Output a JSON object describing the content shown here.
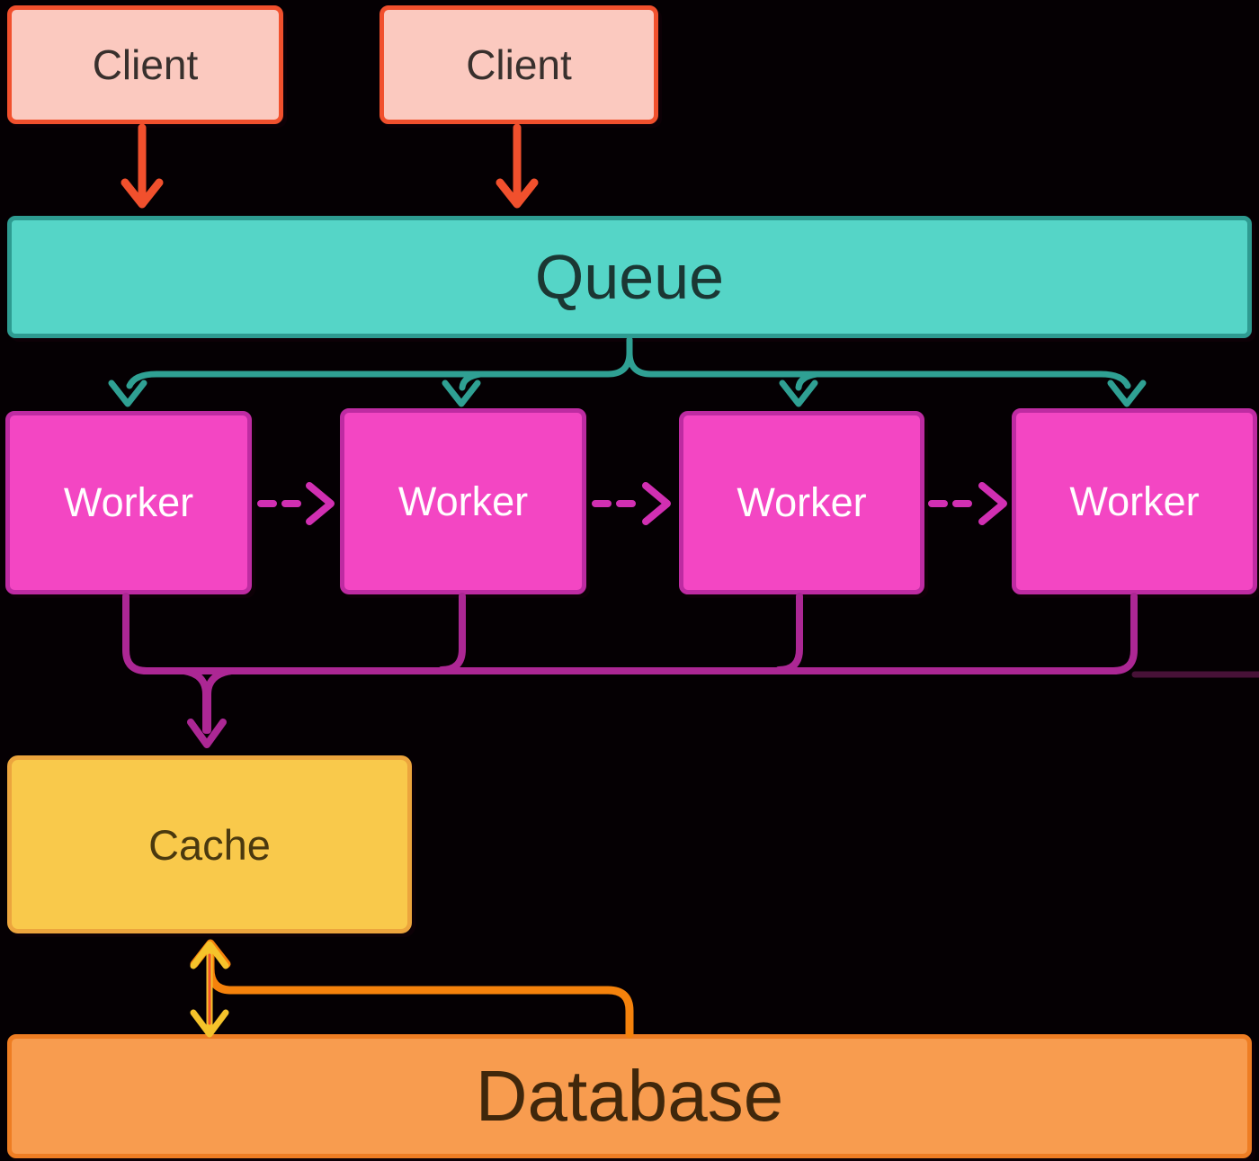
{
  "diagram": {
    "title": "queue-worker-architecture-flowchart",
    "background": "#050003",
    "nodes": {
      "clients": [
        {
          "label": "Client"
        },
        {
          "label": "Client"
        }
      ],
      "queue": {
        "label": "Queue"
      },
      "workers": [
        {
          "label": "Worker"
        },
        {
          "label": "Worker"
        },
        {
          "label": "Worker"
        },
        {
          "label": "Worker"
        }
      ],
      "cache": {
        "label": "Cache"
      },
      "database": {
        "label": "Database"
      }
    },
    "edges": [
      {
        "from": "Client 1",
        "to": "Queue",
        "style": "solid",
        "color": "client-arrow"
      },
      {
        "from": "Client 2",
        "to": "Queue",
        "style": "solid",
        "color": "client-arrow"
      },
      {
        "from": "Queue",
        "to": "Worker 1",
        "style": "solid",
        "color": "queue-arrow"
      },
      {
        "from": "Queue",
        "to": "Worker 2",
        "style": "solid",
        "color": "queue-arrow"
      },
      {
        "from": "Queue",
        "to": "Worker 3",
        "style": "solid",
        "color": "queue-arrow"
      },
      {
        "from": "Queue",
        "to": "Worker 4",
        "style": "solid",
        "color": "queue-arrow"
      },
      {
        "from": "Worker 1",
        "to": "Worker 2",
        "style": "dashed",
        "color": "worker-arrow-dash"
      },
      {
        "from": "Worker 2",
        "to": "Worker 3",
        "style": "dashed",
        "color": "worker-arrow-dash"
      },
      {
        "from": "Worker 3",
        "to": "Worker 4",
        "style": "dashed",
        "color": "worker-arrow-dash"
      },
      {
        "from": "Worker 1",
        "to": "Cache",
        "style": "solid",
        "color": "merge-arrow"
      },
      {
        "from": "Worker 2",
        "to": "Cache",
        "style": "solid",
        "color": "merge-arrow"
      },
      {
        "from": "Worker 3",
        "to": "Cache",
        "style": "solid",
        "color": "merge-arrow"
      },
      {
        "from": "Worker 4",
        "to": "Cache",
        "style": "solid",
        "color": "merge-arrow"
      },
      {
        "from": "Cache",
        "to": "Database",
        "style": "bidirectional",
        "color": "arrow-yellow"
      },
      {
        "from": "Database",
        "to": "Cache",
        "style": "solid-elbow",
        "color": "arrow-orange"
      }
    ],
    "colors": {
      "background": "#050003",
      "client-fill": "#FBC9BF",
      "client-border": "#F1502D",
      "client-text": "#38302D",
      "client-arrow": "#F1502D",
      "queue-fill": "#55D5C7",
      "queue-border": "#2E9B91",
      "queue-text": "#1B3733",
      "queue-arrow": "#2FA093",
      "worker-fill": "#F346C3",
      "worker-border": "#BE2BA2",
      "worker-text": "#FFFFFF",
      "worker-arrow-dash": "#D12FB2",
      "merge-arrow": "#AC2794",
      "merge-faint": "#471137",
      "cache-fill": "#F9C94B",
      "cache-border": "#ECA53D",
      "cache-text": "#4A390F",
      "db-fill": "#F89C4F",
      "db-border": "#EE7D23",
      "db-text": "#40270B",
      "arrow-orange": "#F5820C",
      "arrow-yellow": "#F5C32B",
      "arrow-red-core": "#F1502D"
    }
  }
}
